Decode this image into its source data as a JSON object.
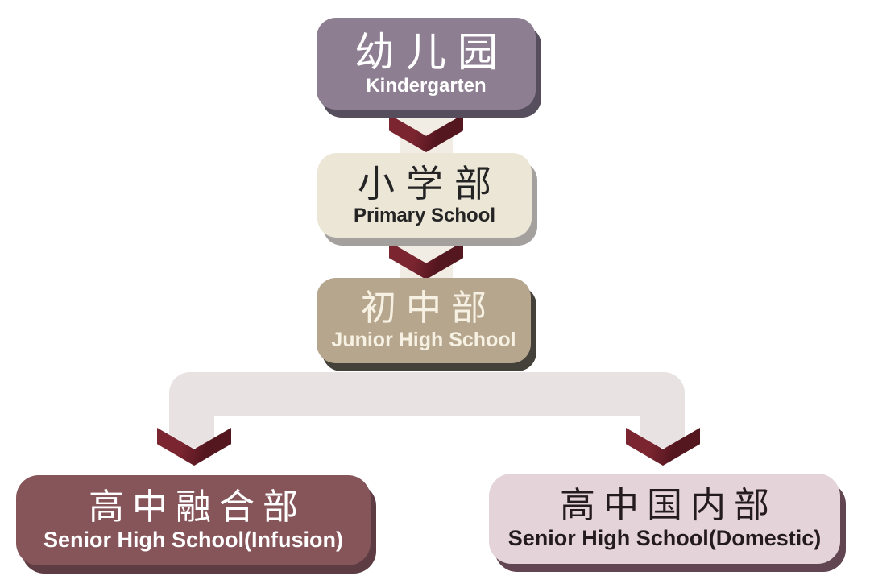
{
  "diagram": {
    "type": "flowchart",
    "description": "School section progression flowchart"
  },
  "colors": {
    "background": "#ffffff",
    "arrow_light": "#7b2530",
    "arrow_dark": "#54161f",
    "branch_band": "#e8e3e2",
    "vertical_strip": "#f1ece4"
  },
  "nodes": {
    "kindergarten": {
      "zh": "幼儿园",
      "en": "Kindergarten",
      "fill": "#8e7e92",
      "text": "#ffffff",
      "shadow": "#564e5c"
    },
    "primary": {
      "zh": "小学部",
      "en": "Primary School",
      "fill": "#ece6d7",
      "text": "#242424",
      "shadow": "#a3a09e"
    },
    "junior": {
      "zh": "初中部",
      "en": "Junior High School",
      "fill": "#b5a68d",
      "text": "#f7f1e3",
      "shadow": "#44403a"
    },
    "senior_infusion": {
      "zh": "高中融合部",
      "en": "Senior High School(Infusion)",
      "fill": "#86555a",
      "text": "#ffffff",
      "shadow": "#5d3c43"
    },
    "senior_domestic": {
      "zh": "高中国内部",
      "en": "Senior High School(Domestic)",
      "fill": "#e4d3d9",
      "text": "#241b1e",
      "shadow": "#614550"
    }
  }
}
